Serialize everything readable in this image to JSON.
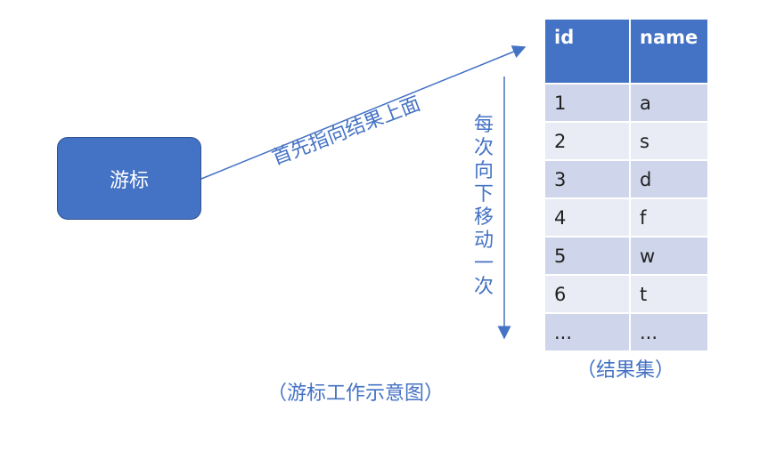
{
  "cursor": {
    "label": "游标"
  },
  "arrow": {
    "label": "首先指向结果上面"
  },
  "move": {
    "label": "每次向下移动一次"
  },
  "table": {
    "headers": [
      "id",
      "name"
    ],
    "rows": [
      [
        "1",
        "a"
      ],
      [
        "2",
        "s"
      ],
      [
        "3",
        "d"
      ],
      [
        "4",
        "f"
      ],
      [
        "5",
        "w"
      ],
      [
        "6",
        "t"
      ],
      [
        "...",
        "..."
      ]
    ]
  },
  "captions": {
    "result": "（结果集）",
    "diagram": "（游标工作示意图）"
  },
  "colors": {
    "accent": "#4472c4",
    "header_bg": "#4472c4",
    "row_odd": "#cfd5ea",
    "row_even": "#e9ebf5"
  }
}
